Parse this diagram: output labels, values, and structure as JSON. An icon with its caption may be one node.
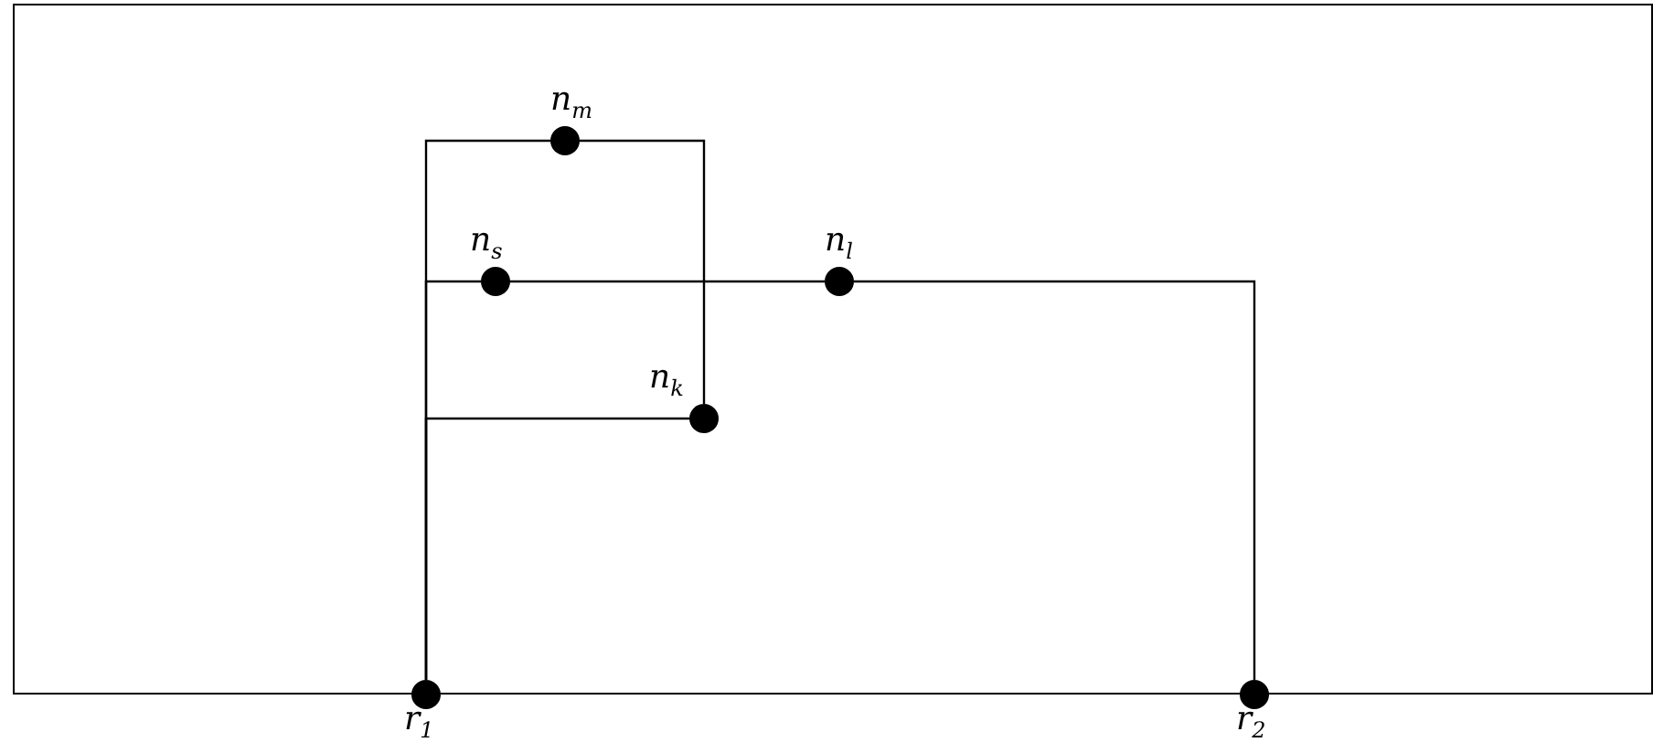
{
  "diagram": {
    "nodes": [
      {
        "text": [],
        "shape": "box"
      },
      {
        "text": [],
        "shape": "circle",
        "beside": [
          "n$_{m}$"
        ],
        "in": 0
      },
      {
        "text": [],
        "shape": "circle",
        "beside": [
          "n$_{s}$"
        ],
        "in": 0
      },
      {
        "text": [],
        "shape": "circle",
        "beside": [
          "n$_{l}$"
        ],
        "in": 0
      },
      {
        "text": [],
        "shape": "circle",
        "beside": [
          "n$_{k}$"
        ],
        "in": 0
      },
      {
        "text": [],
        "shape": "circle",
        "beside": [
          "r$_{1}$"
        ]
      },
      {
        "text": [],
        "shape": "circle",
        "beside": [
          "r$_{2}$"
        ]
      }
    ],
    "edges": [
      {
        "from": 5,
        "to": 1,
        "arrow": "none"
      },
      {
        "from": 1,
        "to": 4,
        "arrow": "none"
      },
      {
        "from": 5,
        "to": 4,
        "arrow": "none"
      },
      {
        "from": 5,
        "to": 2,
        "arrow": "none"
      },
      {
        "from": 2,
        "to": 3,
        "arrow": "none"
      },
      {
        "from": 3,
        "to": 6,
        "arrow": "none"
      }
    ]
  }
}
